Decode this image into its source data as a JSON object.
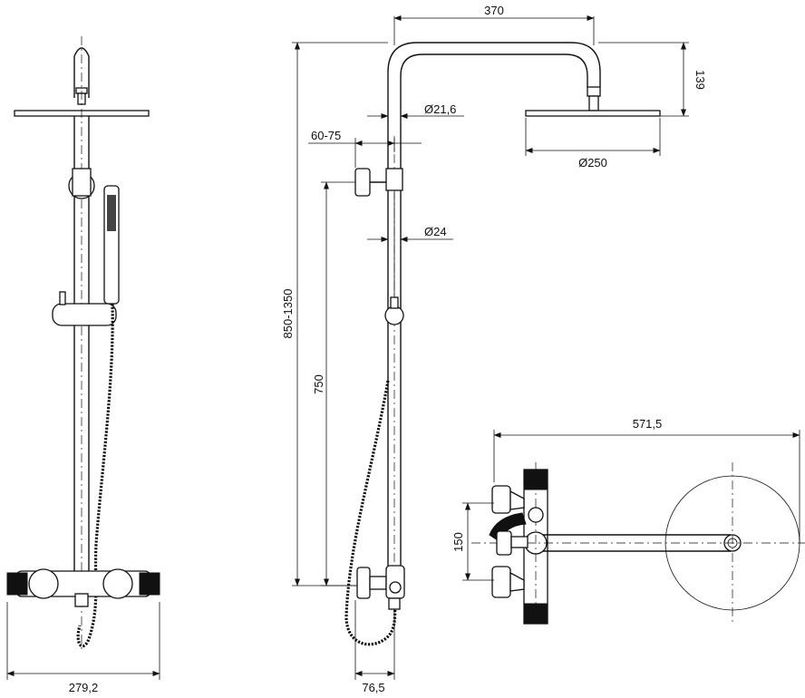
{
  "dimensions": {
    "front_width": "279,2",
    "arm_length": "370",
    "head_height": "139",
    "arm_pipe_diameter": "Ø21,6",
    "wall_distance": "60-75",
    "head_diameter": "Ø250",
    "riser_pipe_diameter": "Ø24",
    "total_height": "850-1350",
    "mixer_to_slider": "750",
    "side_depth": "76,5",
    "top_view_length": "571,5",
    "top_view_spacing": "150"
  }
}
